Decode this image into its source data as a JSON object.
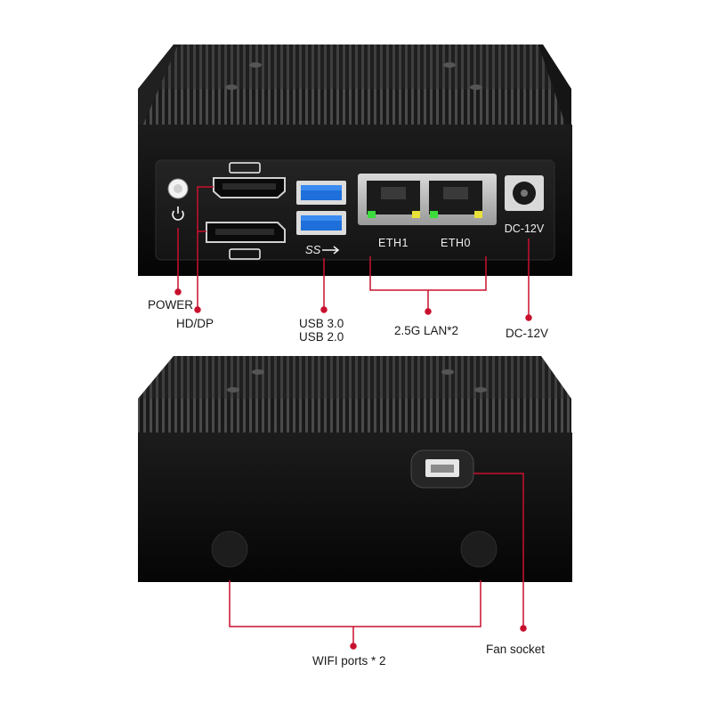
{
  "top_device": {
    "panel_labels": {
      "eth1": "ETH1",
      "eth0": "ETH0",
      "dc": "DC-12V",
      "usb_logo": "SS"
    },
    "callouts": {
      "power": "POWER",
      "hd_dp": "HD/DP",
      "usb_line1": "USB 3.0",
      "usb_line2": "USB 2.0",
      "lan": "2.5G LAN*2",
      "dc": "DC-12V"
    }
  },
  "bottom_device": {
    "callouts": {
      "wifi": "WIFI ports * 2",
      "fan": "Fan socket"
    }
  },
  "colors": {
    "callout_line": "#c8102e",
    "chassis": "#111111",
    "usb_blue": "#1e6fd9",
    "led_green": "#3cdc3c",
    "led_yellow": "#e8e23a"
  }
}
